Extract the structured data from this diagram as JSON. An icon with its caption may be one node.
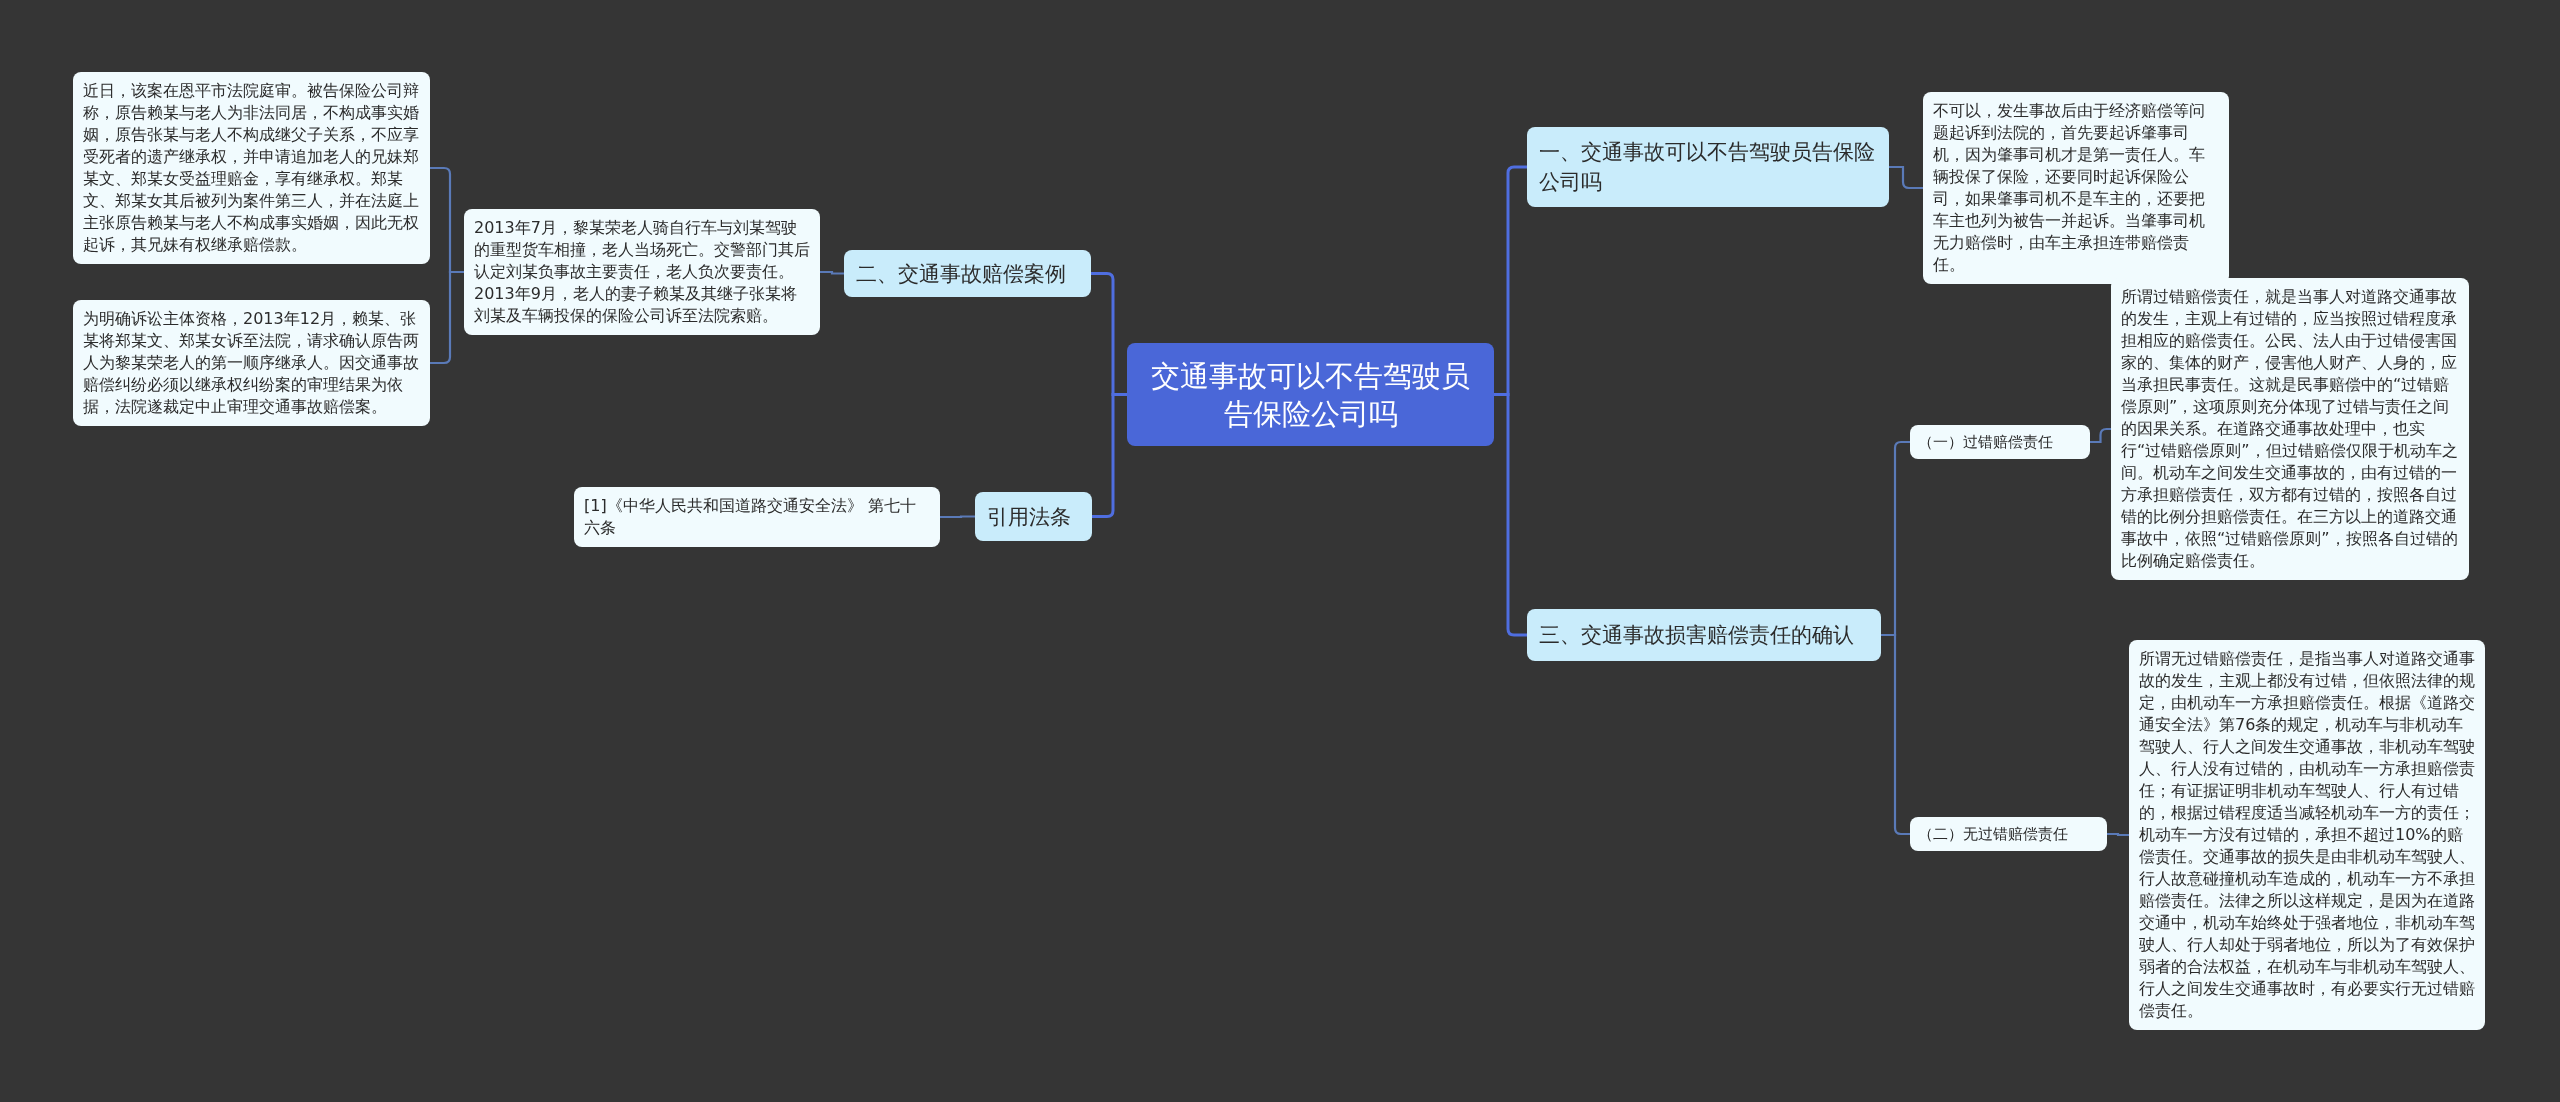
{
  "diagram": {
    "nodes": [
      {
        "text": [
          "交通事故可以不告驾驶员告保险公司吗"
        ]
      },
      {
        "text": [
          "一、交通事故可以不告驾驶员告保险公司吗"
        ]
      },
      {
        "text": [
          "不可以，发生事故后由于经济赔偿等问题起诉到法院的，首先要起诉肇事司机，因为肇事司机才是第一责任人。车辆投保了保险，还要同时起诉保险公司，如果肇事司机不是车主的，还要把车主也列为被告一并起诉。当肇事司机无力赔偿时，由车主承担连带赔偿责任。"
        ]
      },
      {
        "text": [
          "二、交通事故赔偿案例"
        ]
      },
      {
        "text": [
          "2013年7月，黎某荣老人骑自行车与刘某驾驶的重型货车相撞，老人当场死亡。交警部门其后认定刘某负事故主要责任，老人负次要责任。2013年9月，老人的妻子赖某及其继子张某将刘某及车辆投保的保险公司诉至法院索赔。"
        ]
      },
      {
        "text": [
          "近日，该案在恩平市法院庭审。被告保险公司辩称，原告赖某与老人为非法同居，不构成事实婚姻，原告张某与老人不构成继父子关系，不应享受死者的遗产继承权，并申请追加老人的兄妹郑某文、郑某女受益理赔金，享有继承权。郑某文、郑某女其后被列为案件第三人，并在法庭上主张原告赖某与老人不构成事实婚姻，因此无权起诉，其兄妹有权继承赔偿款。"
        ]
      },
      {
        "text": [
          "为明确诉讼主体资格，2013年12月，赖某、张某将郑某文、郑某女诉至法院，请求确认原告两人为黎某荣老人的第一顺序继承人。因交通事故赔偿纠纷必须以继承权纠纷案的审理结果为依据，法院遂裁定中止审理交通事故赔偿案。"
        ]
      },
      {
        "text": [
          "引用法条"
        ]
      },
      {
        "text": [
          "[1]《中华人民共和国道路交通安全法》 第七十六条"
        ]
      },
      {
        "text": [
          "三、交通事故损害赔偿责任的确认"
        ]
      },
      {
        "text": [
          "（一）过错赔偿责任"
        ]
      },
      {
        "text": [
          "所谓过错赔偿责任，就是当事人对道路交通事故的发生，主观上有过错的，应当按照过错程度承担相应的赔偿责任。公民、法人由于过错侵害国家的、集体的财产，侵害他人财产、人身的，应当承担民事责任。这就是民事赔偿中的“过错赔偿原则”，这项原则充分体现了过错与责任之间的因果关系。在道路交通事故处理中，也实行“过错赔偿原则”，但过错赔偿仅限于机动车之间。机动车之间发生交通事故的，由有过错的一方承担赔偿责任，双方都有过错的，按照各自过错的比例分担赔偿责任。在三方以上的道路交通事故中，依照“过错赔偿原则”，按照各自过错的比例确定赔偿责任。"
        ]
      },
      {
        "text": [
          "（二）无过错赔偿责任"
        ]
      },
      {
        "text": [
          "所谓无过错赔偿责任，是指当事人对道路交通事故的发生，主观上都没有过错，但依照法律的规定，由机动车一方承担赔偿责任。根据《道路交通安全法》第76条的规定，机动车与非机动车驾驶人、行人之间发生交通事故，非机动车驾驶人、行人没有过错的，由机动车一方承担赔偿责任；有证据证明非机动车驾驶人、行人有过错的，根据过错程度适当减轻机动车一方的责任；机动车一方没有过错的，承担不超过10%的赔偿责任。交通事故的损失是由非机动车驾驶人、行人故意碰撞机动车造成的，机动车一方不承担赔偿责任。法律之所以这样规定，是因为在道路交通中，机动车始终处于强者地位，非机动车驾驶人、行人却处于弱者地位，所以为了有效保护弱者的合法权益，在机动车与非机动车驾驶人、行人之间发生交通事故时，有必要实行无过错赔偿责任。"
        ]
      }
    ],
    "edges": [
      {
        "from": 0,
        "to": 1,
        "arrow": "none"
      },
      {
        "from": 1,
        "to": 2,
        "arrow": "none"
      },
      {
        "from": 0,
        "to": 3,
        "arrow": "none"
      },
      {
        "from": 3,
        "to": 4,
        "arrow": "none"
      },
      {
        "from": 4,
        "to": 5,
        "arrow": "none"
      },
      {
        "from": 4,
        "to": 6,
        "arrow": "none"
      },
      {
        "from": 0,
        "to": 7,
        "arrow": "none"
      },
      {
        "from": 7,
        "to": 8,
        "arrow": "none"
      },
      {
        "from": 0,
        "to": 9,
        "arrow": "none"
      },
      {
        "from": 9,
        "to": 10,
        "arrow": "none"
      },
      {
        "from": 10,
        "to": 11,
        "arrow": "none"
      },
      {
        "from": 9,
        "to": 12,
        "arrow": "none"
      },
      {
        "from": 12,
        "to": 13,
        "arrow": "none"
      }
    ]
  }
}
